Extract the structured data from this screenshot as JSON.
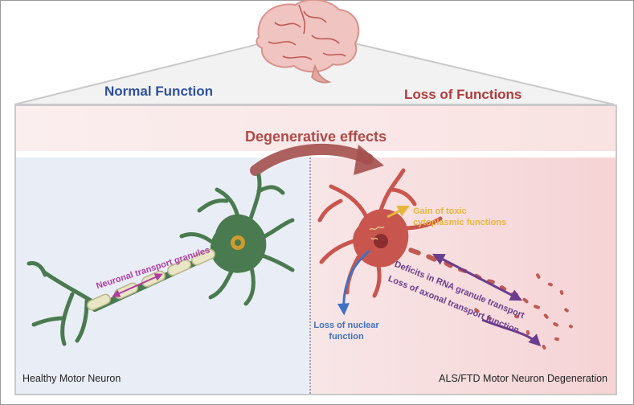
{
  "header": {
    "normal_function": "Normal Function",
    "loss_of_functions": "Loss of Functions"
  },
  "band": {
    "title": "Degenerative effects"
  },
  "left_panel": {
    "transport_label": "Neuronal transport granules",
    "caption": "Healthy Motor Neuron"
  },
  "right_panel": {
    "gain_label_1": "Gain of toxic",
    "gain_label_2": "cytoplasmic functions",
    "deficits_label": "Deficits in RNA granule transport",
    "axonal_label": "Loss of axonal transport function",
    "nuclear_label_1": "Loss of nuclear",
    "nuclear_label_2": "function",
    "caption": "ALS/FTD Motor Neuron Degeneration"
  },
  "colors": {
    "healthy_neuron": "#4a7a4f",
    "degenerating_neuron": "#c9564e",
    "normal_heading": "#2e4f9a",
    "loss_heading": "#b23a3a",
    "band_text": "#b04a48",
    "transport_label": "#b33aa3",
    "gain_label": "#e8b63b",
    "deficit_label": "#6a3d8e",
    "nuclear_arrow": "#3f71c4"
  },
  "icons": [
    "brain-icon",
    "degenerative-effects-arrow-icon",
    "healthy-neuron-icon",
    "degenerating-neuron-icon"
  ]
}
